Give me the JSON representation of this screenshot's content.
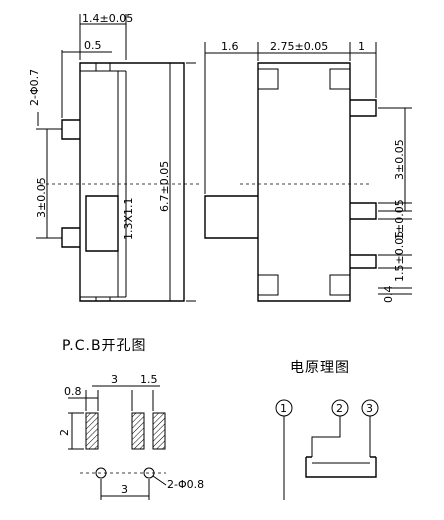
{
  "dimensions": {
    "top_width": "1.4±0.05",
    "top_offset": "0.5",
    "pin_dia": "2-Φ0.7",
    "pin_pitch_left": "3±0.05",
    "knob": "1.3X1.1",
    "length": "6.7±0.05",
    "right_left": "1.6",
    "right_width": "2.75±0.05",
    "right_right": "1",
    "right_pitch": "3±0.05",
    "tab_one": "1±0.05",
    "tab_two": "1.5±0.05",
    "tab_three": "0.4"
  },
  "pcb": {
    "title": "P.C.B开孔图",
    "pad_w": "0.8",
    "pad_pitch": "3",
    "pad_gap": "1.5",
    "pad_h": "2",
    "hole_pitch": "3",
    "hole_dia": "2-Φ0.8"
  },
  "schematic": {
    "title": "电原理图",
    "pin1": "1",
    "pin2": "2",
    "pin3": "3"
  }
}
